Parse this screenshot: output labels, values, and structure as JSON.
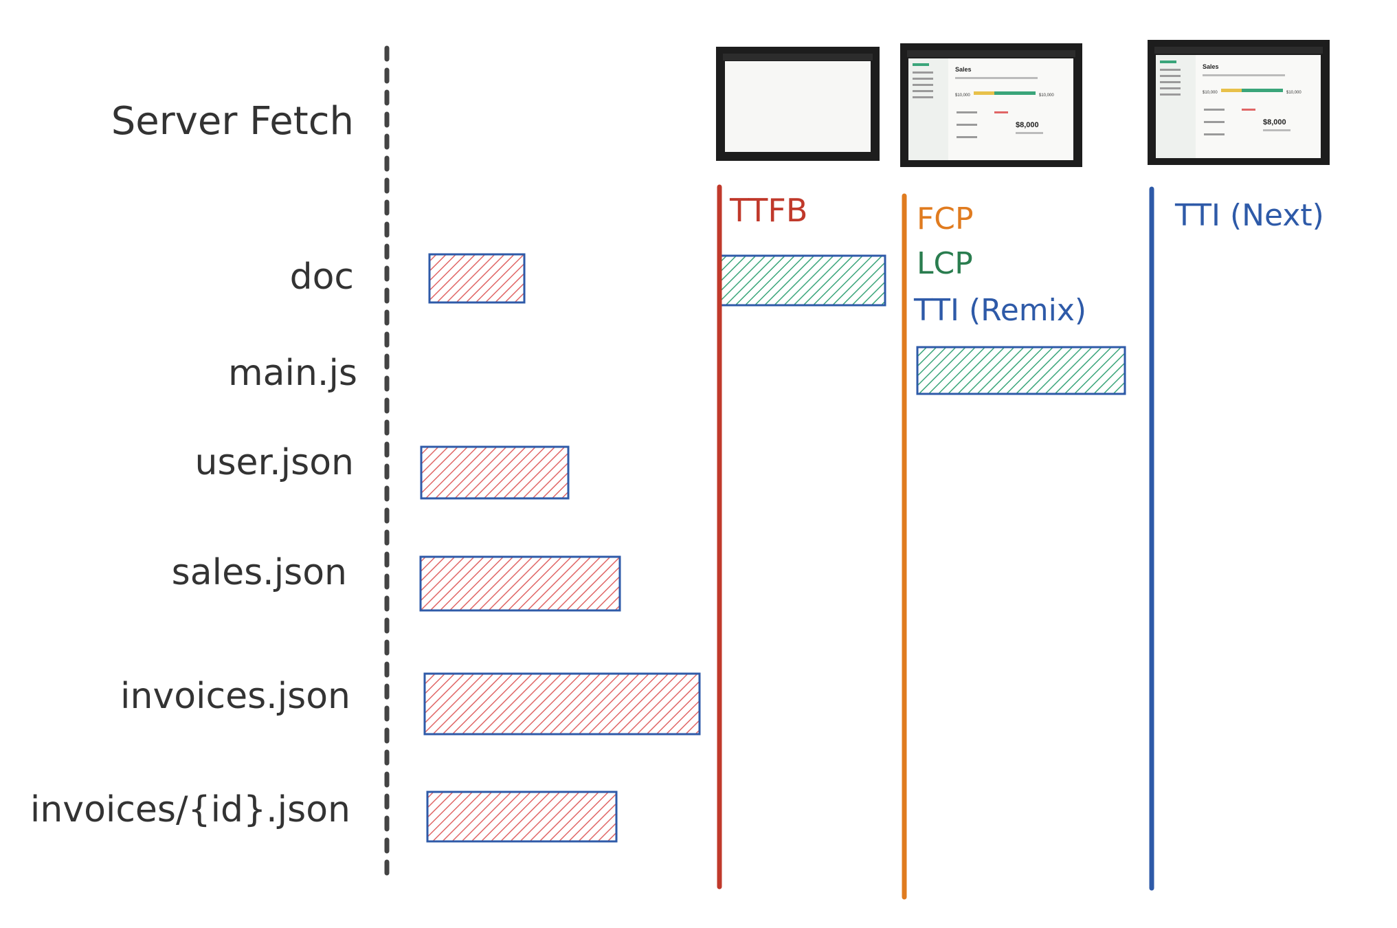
{
  "title": "Server Fetch",
  "resources": [
    {
      "name": "doc"
    },
    {
      "name": "main.js"
    },
    {
      "name": "user.json"
    },
    {
      "name": "sales.json"
    },
    {
      "name": "invoices.json"
    },
    {
      "name": "invoices/{id}.json"
    }
  ],
  "markers": [
    {
      "label": "TTFB",
      "color": "#c0392b"
    },
    {
      "label": "FCP",
      "color": "#e07b1f"
    },
    {
      "label": "LCP",
      "color": "#2a7d4f"
    },
    {
      "label": "TTI (Remix)",
      "color": "#2e5aa8"
    },
    {
      "label": "TTI (Next)",
      "color": "#2e5aa8"
    }
  ],
  "colors": {
    "dashed_axis": "#444444",
    "fetch_fill": "#e06666",
    "fetch_stroke": "#2e5aa8",
    "render_fill": "#3aa57a",
    "render_stroke": "#2e5aa8",
    "text": "#333333"
  },
  "screenshots": {
    "blank": {
      "icon": "blank-browser-window"
    },
    "page": {
      "heading": "Sales",
      "big_value": "$8,000",
      "left_value": "$10,000",
      "right_value": "$10,000"
    }
  }
}
